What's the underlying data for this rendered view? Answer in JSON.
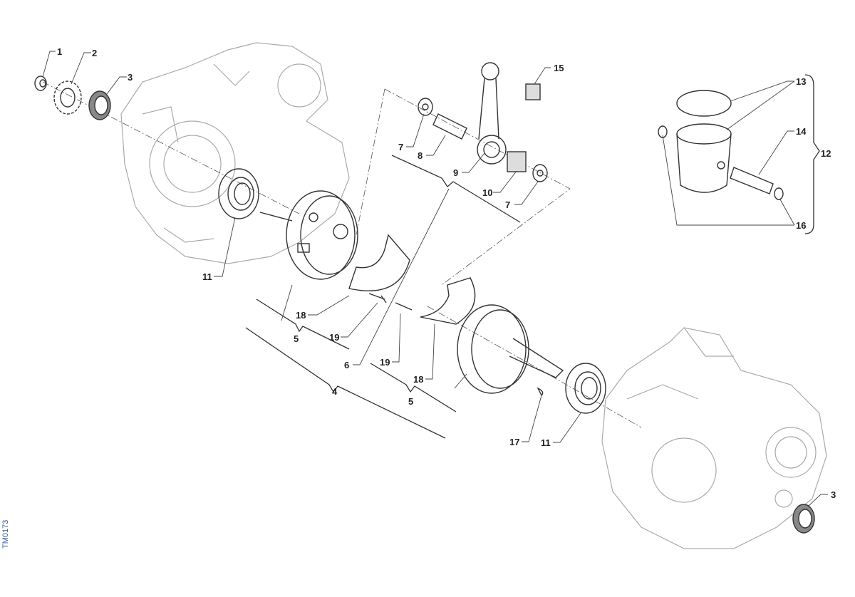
{
  "drawing_code": "TM0173",
  "callouts": [
    "1",
    "2",
    "3",
    "11",
    "18",
    "19",
    "5",
    "4",
    "6",
    "7",
    "8",
    "9",
    "10",
    "7",
    "15",
    "13",
    "14",
    "12",
    "16",
    "19",
    "18",
    "5",
    "17",
    "11",
    "3"
  ],
  "colors": {
    "line": "#333333",
    "case": "#aaaaaa",
    "code": "#3a5a9a"
  }
}
